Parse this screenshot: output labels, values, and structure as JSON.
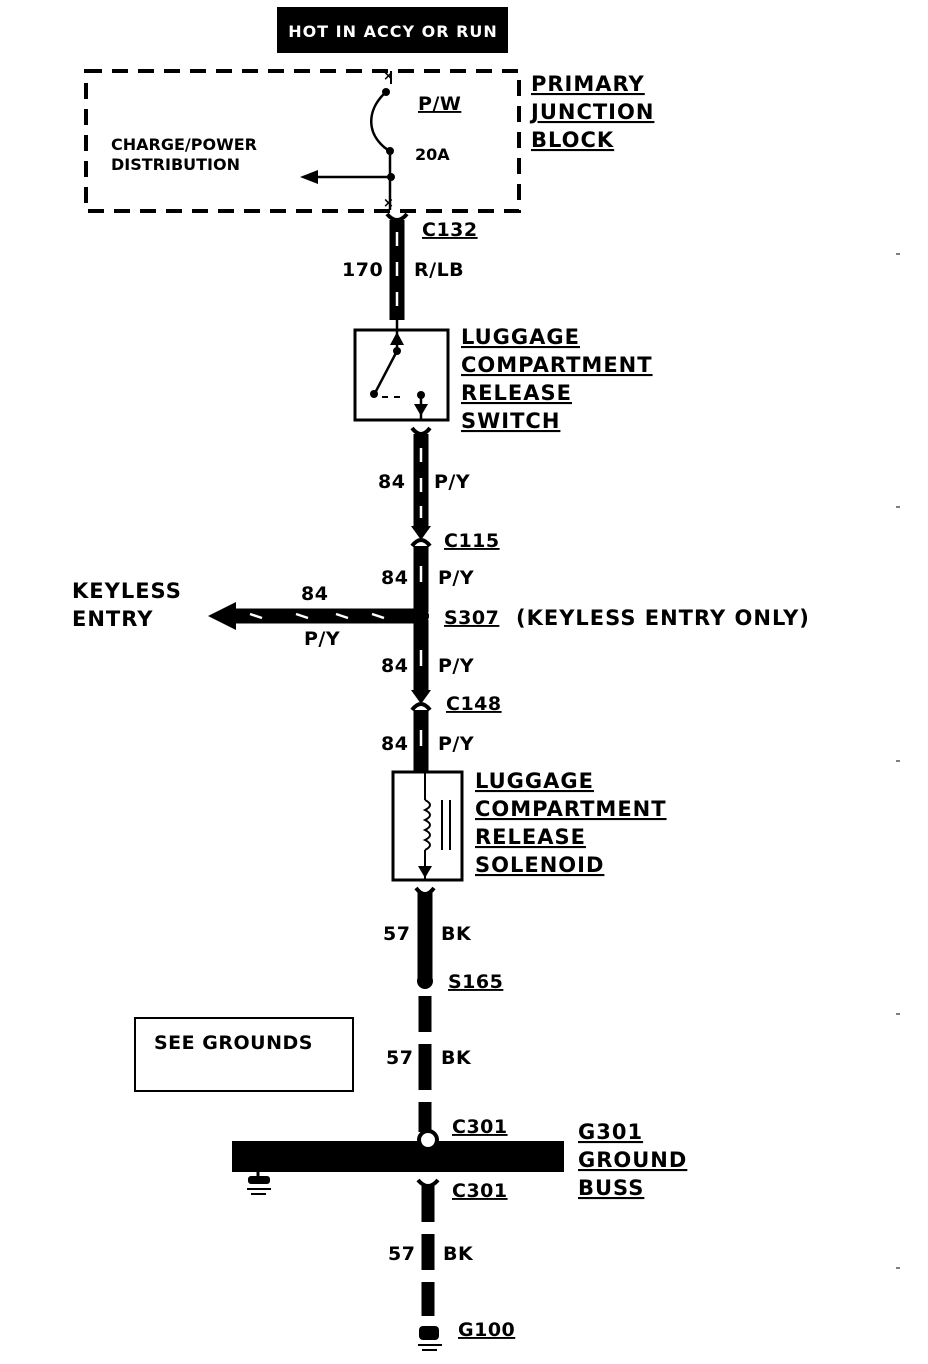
{
  "header": {
    "hot_label": "HOT IN ACCY OR RUN"
  },
  "junction_block": {
    "name_lines": [
      "PRIMARY",
      "JUNCTION",
      "BLOCK"
    ],
    "internal_label_lines": [
      "CHARGE/POWER",
      "DISTRIBUTION"
    ],
    "fuse_wire": "P/W",
    "fuse_rating": "20A"
  },
  "connectors": {
    "c132": "C132",
    "c115": "C115",
    "c148": "C148",
    "c301_top": "C301",
    "c301_bottom": "C301"
  },
  "splices": {
    "s307": "S307",
    "s307_note": "(KEYLESS ENTRY ONLY)",
    "s165": "S165"
  },
  "wires": {
    "w1": {
      "circuit": "170",
      "color": "R/LB"
    },
    "w2": {
      "circuit": "84",
      "color": "P/Y"
    },
    "w3": {
      "circuit": "84",
      "color": "P/Y"
    },
    "w4": {
      "circuit": "84",
      "color": "P/Y"
    },
    "w5": {
      "circuit": "84",
      "color": "P/Y"
    },
    "w6": {
      "circuit": "57",
      "color": "BK"
    },
    "w7": {
      "circuit": "57",
      "color": "BK"
    },
    "w8": {
      "circuit": "57",
      "color": "BK"
    },
    "branch": {
      "circuit": "84",
      "color": "P/Y"
    }
  },
  "branch_destination": [
    "KEYLESS",
    "ENTRY"
  ],
  "switch_label": [
    "LUGGAGE",
    "COMPARTMENT",
    "RELEASE",
    "SWITCH"
  ],
  "solenoid_label": [
    "LUGGAGE",
    "COMPARTMENT",
    "RELEASE",
    "SOLENOID"
  ],
  "ground_buss": [
    "G301",
    "GROUND",
    "BUSS"
  ],
  "see_grounds": "SEE GROUNDS",
  "ground_g100": "G100"
}
